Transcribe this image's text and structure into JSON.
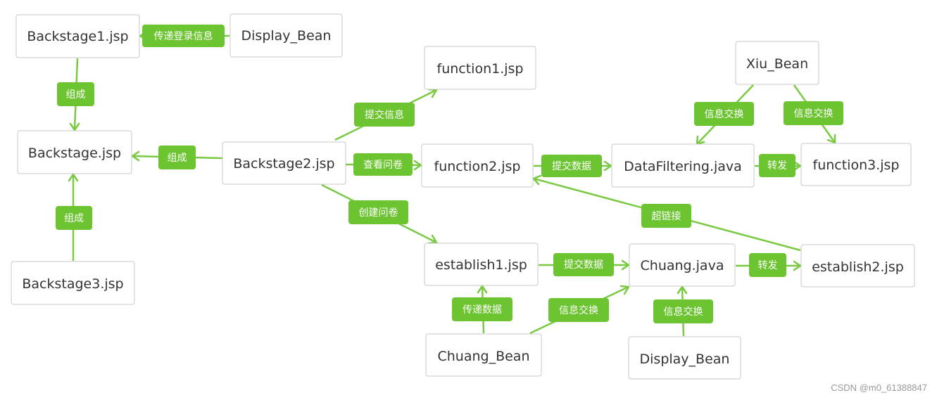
{
  "nodes": {
    "backstage1": "Backstage1.jsp",
    "display_bean_top": "Display_Bean",
    "backstage": "Backstage.jsp",
    "backstage2": "Backstage2.jsp",
    "backstage3": "Backstage3.jsp",
    "function1": "function1.jsp",
    "function2": "function2.jsp",
    "function3": "function3.jsp",
    "xiu_bean": "Xiu_Bean",
    "datafiltering": "DataFiltering.java",
    "establish1": "establish1.jsp",
    "establish2": "establish2.jsp",
    "chuang_java": "Chuang.java",
    "chuang_bean": "Chuang_Bean",
    "display_bean_bottom": "Display_Bean"
  },
  "edge_labels": {
    "display_to_backstage1": "传递登录信息",
    "backstage1_to_backstage": "组成",
    "backstage2_to_backstage": "组成",
    "backstage3_to_backstage": "组成",
    "backstage2_to_function1": "提交信息",
    "backstage2_to_function2": "查看问卷",
    "backstage2_to_establish1": "创建问卷",
    "function2_to_datafiltering": "提交数据",
    "datafiltering_to_function3": "转发",
    "xiu_to_datafiltering": "信息交换",
    "xiu_to_function3": "信息交换",
    "establish2_to_function2": "超链接",
    "establish1_to_chuang": "提交数据",
    "chuang_to_establish2": "转发",
    "chuangbean_to_establish1": "传递数据",
    "chuangbean_to_chuang": "信息交换",
    "displaybottom_to_chuang": "信息交换"
  },
  "watermark": "CSDN @m0_61388847",
  "colors": {
    "edge": "#7ac943",
    "label_bg": "#6cc430",
    "node_border": "#c8c8c8"
  }
}
